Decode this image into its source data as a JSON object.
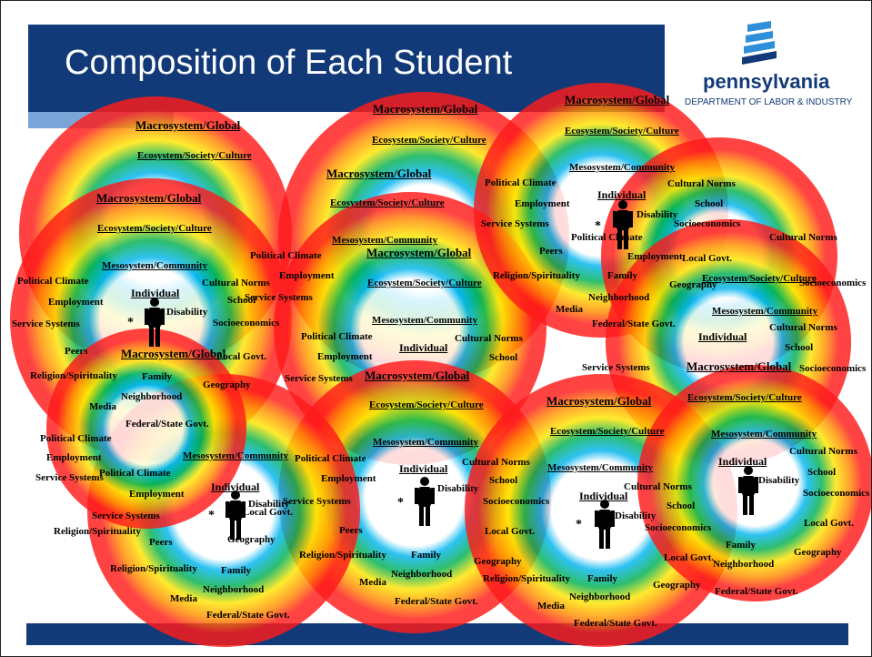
{
  "slide": {
    "title": "Composition of Each Student",
    "logo": {
      "name": "pennsylvania",
      "department": "DEPARTMENT OF LABOR & INDUSTRY",
      "icon": "keystone-icon"
    }
  },
  "colors": {
    "title_bar": "#123a78",
    "sub_bar": "#7aa5d9",
    "rings": [
      "#ff1a1a",
      "#ffe600",
      "#00b050",
      "#00b4f0",
      "#ffffff"
    ]
  },
  "layers": {
    "macro": "Macrosystem/Global",
    "eco": "Ecosystem/Society/Culture",
    "meso": "Mesosystem/Community",
    "individual": "Individual",
    "disability": "Disability",
    "star": "*",
    "factors": [
      "Political Climate",
      "Employment",
      "Service Systems",
      "Peers",
      "Religion/Spirituality",
      "Family",
      "Media",
      "Neighborhood",
      "Federal/State Govt.",
      "Geography",
      "Local Govt.",
      "Socioeconomics",
      "School",
      "Cultural Norms"
    ]
  },
  "labels": {
    "political": "Political Climate",
    "employment": "Employment",
    "service": "Service Systems",
    "peers": "Peers",
    "religion": "Religion/Spirituality",
    "family": "Family",
    "media": "Media",
    "neighborhood": "Neighborhood",
    "federal": "Federal/State Govt.",
    "geography": "Geography",
    "local": "Local Govt.",
    "socio": "Socioeconomics",
    "school": "School",
    "cultural": "Cultural Norms"
  }
}
